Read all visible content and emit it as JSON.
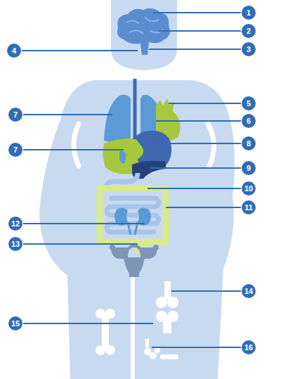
{
  "diagram": {
    "labels": [
      "1",
      "2",
      "3",
      "4",
      "5",
      "6",
      "7",
      "7",
      "8",
      "9",
      "10",
      "11",
      "12",
      "13",
      "14",
      "15",
      "16"
    ]
  }
}
